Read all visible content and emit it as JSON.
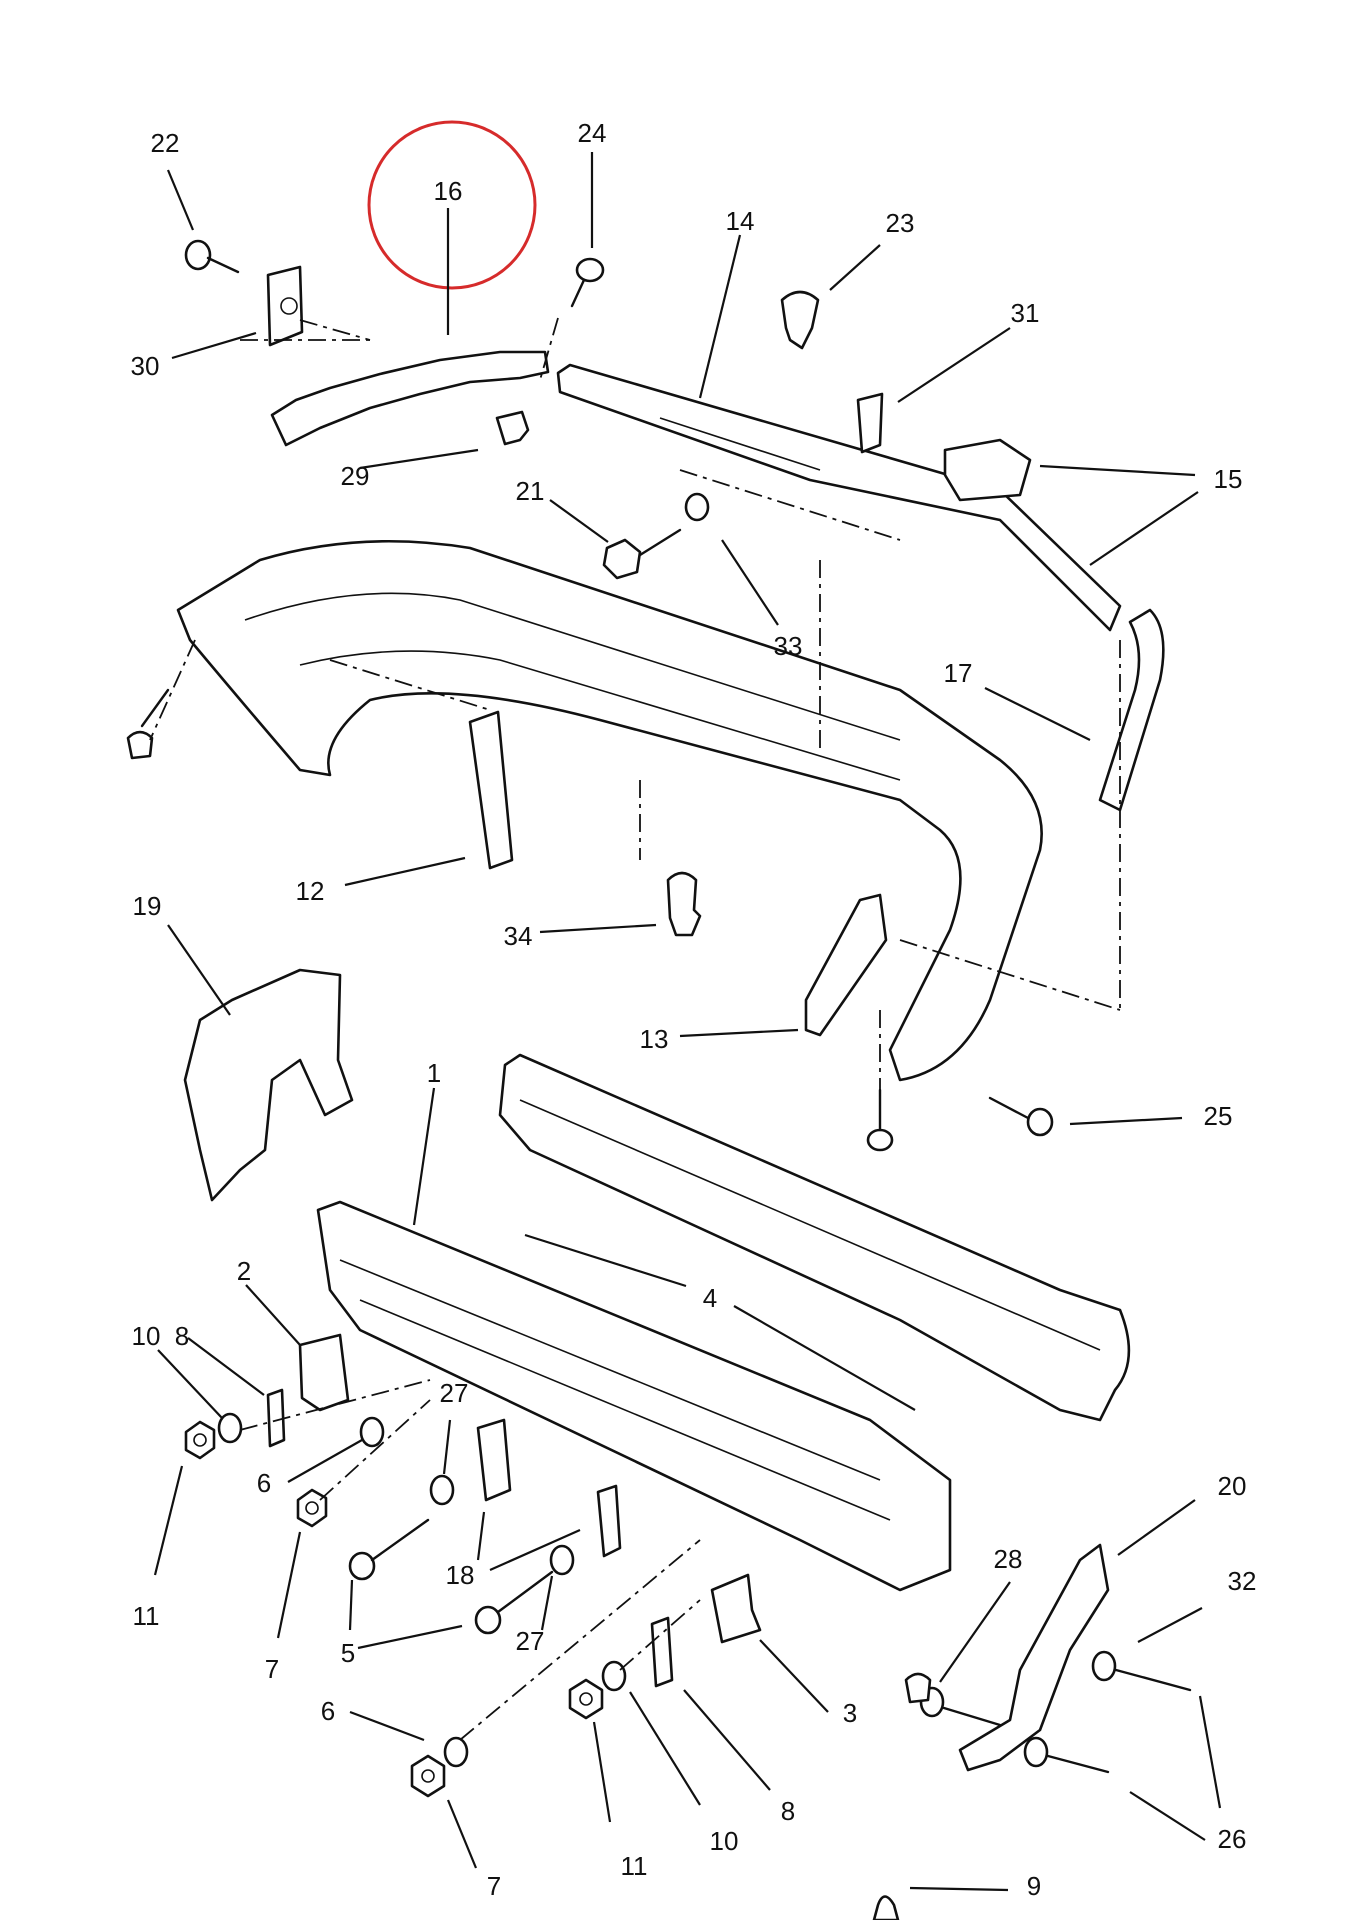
{
  "highlight": {
    "color": "#d62b2b",
    "label": "16"
  },
  "labels": {
    "l1": "1",
    "l2": "2",
    "l3": "3",
    "l4": "4",
    "l5": "5",
    "l6a": "6",
    "l6b": "6",
    "l7a": "7",
    "l7b": "7",
    "l8a": "8",
    "l8b": "8",
    "l9": "9",
    "l10a": "10",
    "l10b": "10",
    "l11a": "11",
    "l11b": "11",
    "l12": "12",
    "l13": "13",
    "l14": "14",
    "l15": "15",
    "l16": "16",
    "l17": "17",
    "l18": "18",
    "l19": "19",
    "l20": "20",
    "l21": "21",
    "l22": "22",
    "l23": "23",
    "l24": "24",
    "l25": "25",
    "l26": "26",
    "l27a": "27",
    "l27b": "27",
    "l28": "28",
    "l29": "29",
    "l30": "30",
    "l31": "31",
    "l32": "32",
    "l33": "33",
    "l34": "34"
  }
}
